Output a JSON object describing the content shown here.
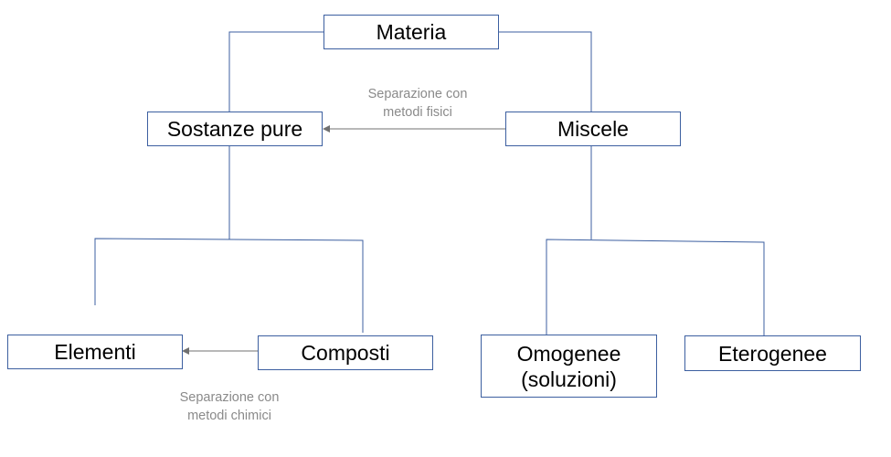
{
  "nodes": {
    "materia": "Materia",
    "sostanze_pure": "Sostanze pure",
    "miscele": "Miscele",
    "elementi": "Elementi",
    "composti": "Composti",
    "omogenee": "Omogenee\n(soluzioni)",
    "eterogenee": "Eterogenee"
  },
  "annotations": {
    "physical_separation": "Separazione con\nmetodi fisici",
    "chemical_separation": "Separazione con\nmetodi chimici"
  },
  "colors": {
    "box_border": "#3c5fa0",
    "connector": "#3c5fa0",
    "arrow": "#707070",
    "annotation_text": "#8a8a8a"
  }
}
